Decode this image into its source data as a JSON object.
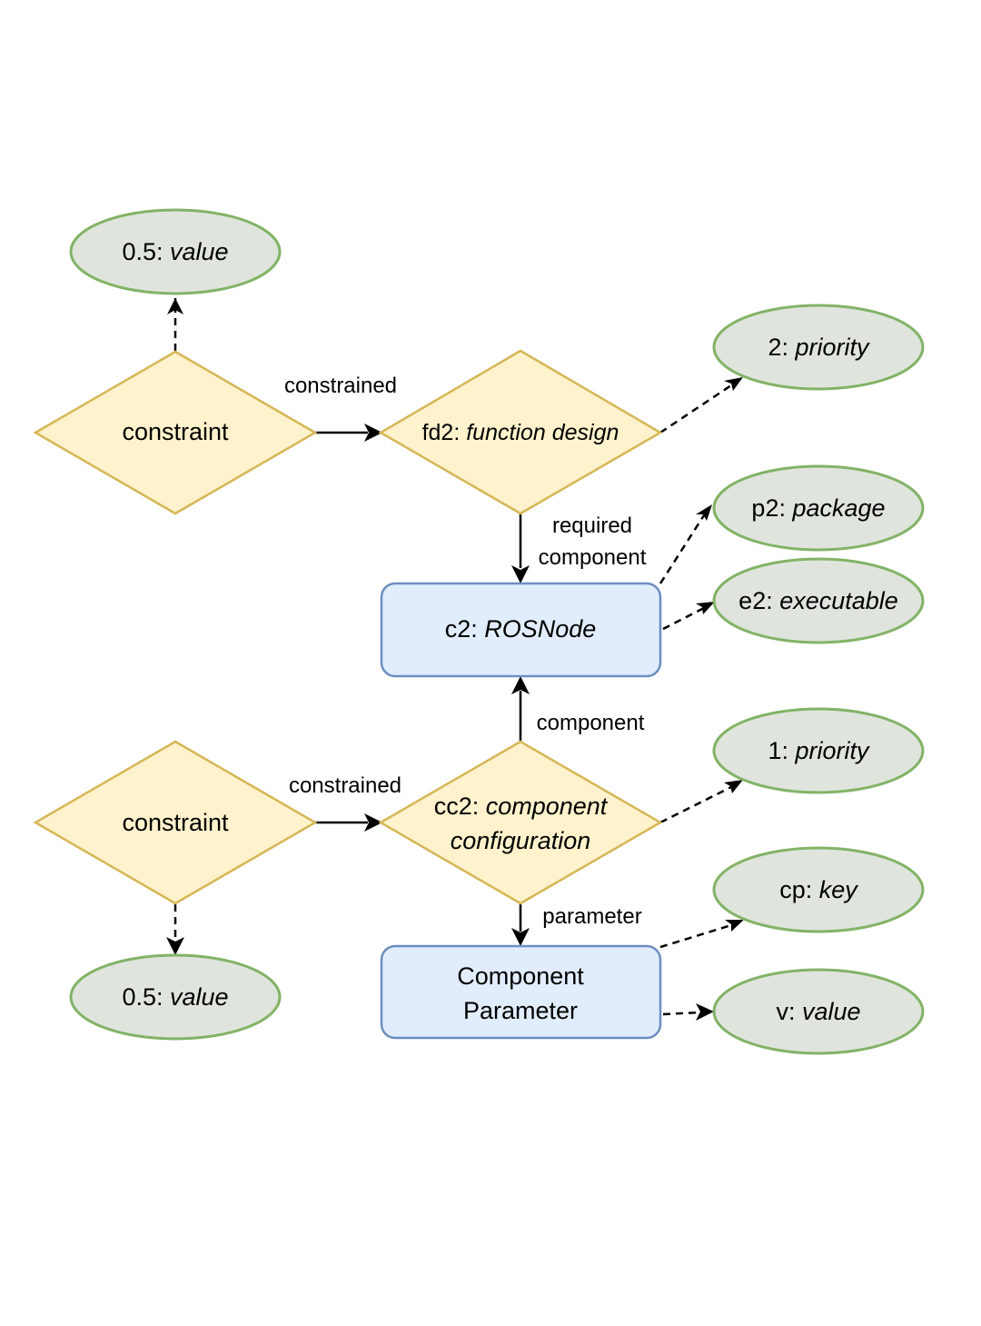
{
  "nodes": {
    "val_top": {
      "prefix": "0.5: ",
      "name": "value"
    },
    "constraint_top": {
      "label": "constraint"
    },
    "fd2": {
      "prefix": "fd2: ",
      "name": "function design"
    },
    "prio2": {
      "prefix": "2: ",
      "name": "priority"
    },
    "p2": {
      "prefix": "p2: ",
      "name": "package"
    },
    "e2": {
      "prefix": "e2: ",
      "name": "executable"
    },
    "c2": {
      "prefix": "c2: ",
      "name": "ROSNode"
    },
    "constraint_bottom": {
      "label": "constraint"
    },
    "cc2": {
      "prefix": "cc2: ",
      "name_line1": "component",
      "name_line2": "configuration"
    },
    "prio1": {
      "prefix": "1: ",
      "name": "priority"
    },
    "cp": {
      "prefix": "cp: ",
      "name": "key"
    },
    "val_bottom": {
      "prefix": "0.5: ",
      "name": "value"
    },
    "comp_param": {
      "line1": "Component",
      "line2": "Parameter"
    },
    "v": {
      "prefix": "v: ",
      "name": "value"
    }
  },
  "edges": {
    "constrained_top": "constrained",
    "required_component_1": "required",
    "required_component_2": "component",
    "component": "component",
    "constrained_bottom": "constrained",
    "parameter": "parameter"
  },
  "colors": {
    "diamond_fill": "#fff2cc",
    "diamond_stroke": "#d6b656",
    "ellipse_fill": "#dfe5dd",
    "ellipse_stroke": "#82b366",
    "rect_fill": "#dae8fc",
    "rect_stroke": "#6c8ebf"
  }
}
